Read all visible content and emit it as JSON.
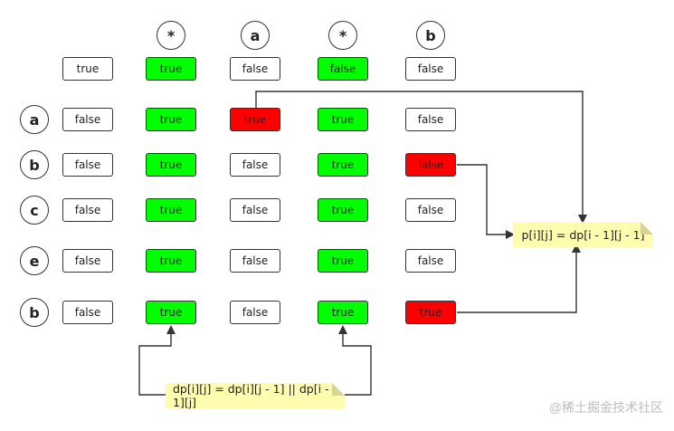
{
  "pattern_header": [
    "*",
    "a",
    "*",
    "b"
  ],
  "string_labels": [
    "a",
    "b",
    "c",
    "e",
    "b"
  ],
  "colors": {
    "green": "#00ff00",
    "red": "#ff0000",
    "white": "#ffffff",
    "note": "#fffcb0"
  },
  "rows": [
    [
      {
        "v": "true",
        "c": "white"
      },
      {
        "v": "true",
        "c": "green"
      },
      {
        "v": "false",
        "c": "white"
      },
      {
        "v": "false",
        "c": "green"
      },
      {
        "v": "false",
        "c": "white"
      }
    ],
    [
      {
        "v": "false",
        "c": "white"
      },
      {
        "v": "true",
        "c": "green"
      },
      {
        "v": "true",
        "c": "red"
      },
      {
        "v": "true",
        "c": "green"
      },
      {
        "v": "false",
        "c": "white"
      }
    ],
    [
      {
        "v": "false",
        "c": "white"
      },
      {
        "v": "true",
        "c": "green"
      },
      {
        "v": "false",
        "c": "white"
      },
      {
        "v": "true",
        "c": "green"
      },
      {
        "v": "false",
        "c": "red"
      }
    ],
    [
      {
        "v": "false",
        "c": "white"
      },
      {
        "v": "true",
        "c": "green"
      },
      {
        "v": "false",
        "c": "white"
      },
      {
        "v": "true",
        "c": "green"
      },
      {
        "v": "false",
        "c": "white"
      }
    ],
    [
      {
        "v": "false",
        "c": "white"
      },
      {
        "v": "true",
        "c": "green"
      },
      {
        "v": "false",
        "c": "white"
      },
      {
        "v": "true",
        "c": "green"
      },
      {
        "v": "false",
        "c": "white"
      }
    ],
    [
      {
        "v": "false",
        "c": "white"
      },
      {
        "v": "true",
        "c": "green"
      },
      {
        "v": "false",
        "c": "white"
      },
      {
        "v": "true",
        "c": "green"
      },
      {
        "v": "true",
        "c": "red"
      }
    ]
  ],
  "notes": {
    "right": "p[i][j] = dp[i - 1][j - 1]",
    "bottom": "dp[i][j] = dp[i][j - 1] || dp[i - 1][j]"
  },
  "watermark": "@稀土掘金技术社区"
}
